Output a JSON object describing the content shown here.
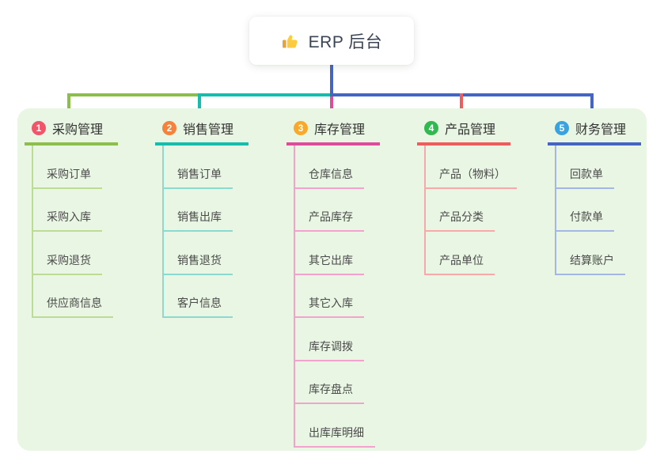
{
  "root": {
    "title": "ERP 后台",
    "icon": "thumbs-up-icon",
    "stem_color": "#4565c4"
  },
  "panel": {
    "bg_color": "#e9f6e3"
  },
  "branches": [
    {
      "num": "1",
      "title": "采购管理",
      "badge_color": "#f0556a",
      "line_color": "#8cbe4c",
      "light_color": "#bcdc96",
      "items": [
        "采购订单",
        "采购入库",
        "采购退货",
        "供应商信息"
      ]
    },
    {
      "num": "2",
      "title": "销售管理",
      "badge_color": "#f6813c",
      "line_color": "#16bcac",
      "light_color": "#8adacf",
      "items": [
        "销售订单",
        "销售出库",
        "销售退货",
        "客户信息"
      ]
    },
    {
      "num": "3",
      "title": "库存管理",
      "badge_color": "#f9a82a",
      "line_color": "#de4b9d",
      "light_color": "#f2a2cc",
      "items": [
        "仓库信息",
        "产品库存",
        "其它出库",
        "其它入库",
        "库存调拨",
        "库存盘点",
        "出库库明细"
      ]
    },
    {
      "num": "4",
      "title": "产品管理",
      "badge_color": "#32b850",
      "line_color": "#f15b5b",
      "light_color": "#f7a8a8",
      "items": [
        "产品（物料）",
        "产品分类",
        "产品单位"
      ]
    },
    {
      "num": "5",
      "title": "财务管理",
      "badge_color": "#39a3df",
      "line_color": "#4565c4",
      "light_color": "#a4b6e4",
      "items": [
        "回款单",
        "付款单",
        "结算账户"
      ]
    }
  ]
}
